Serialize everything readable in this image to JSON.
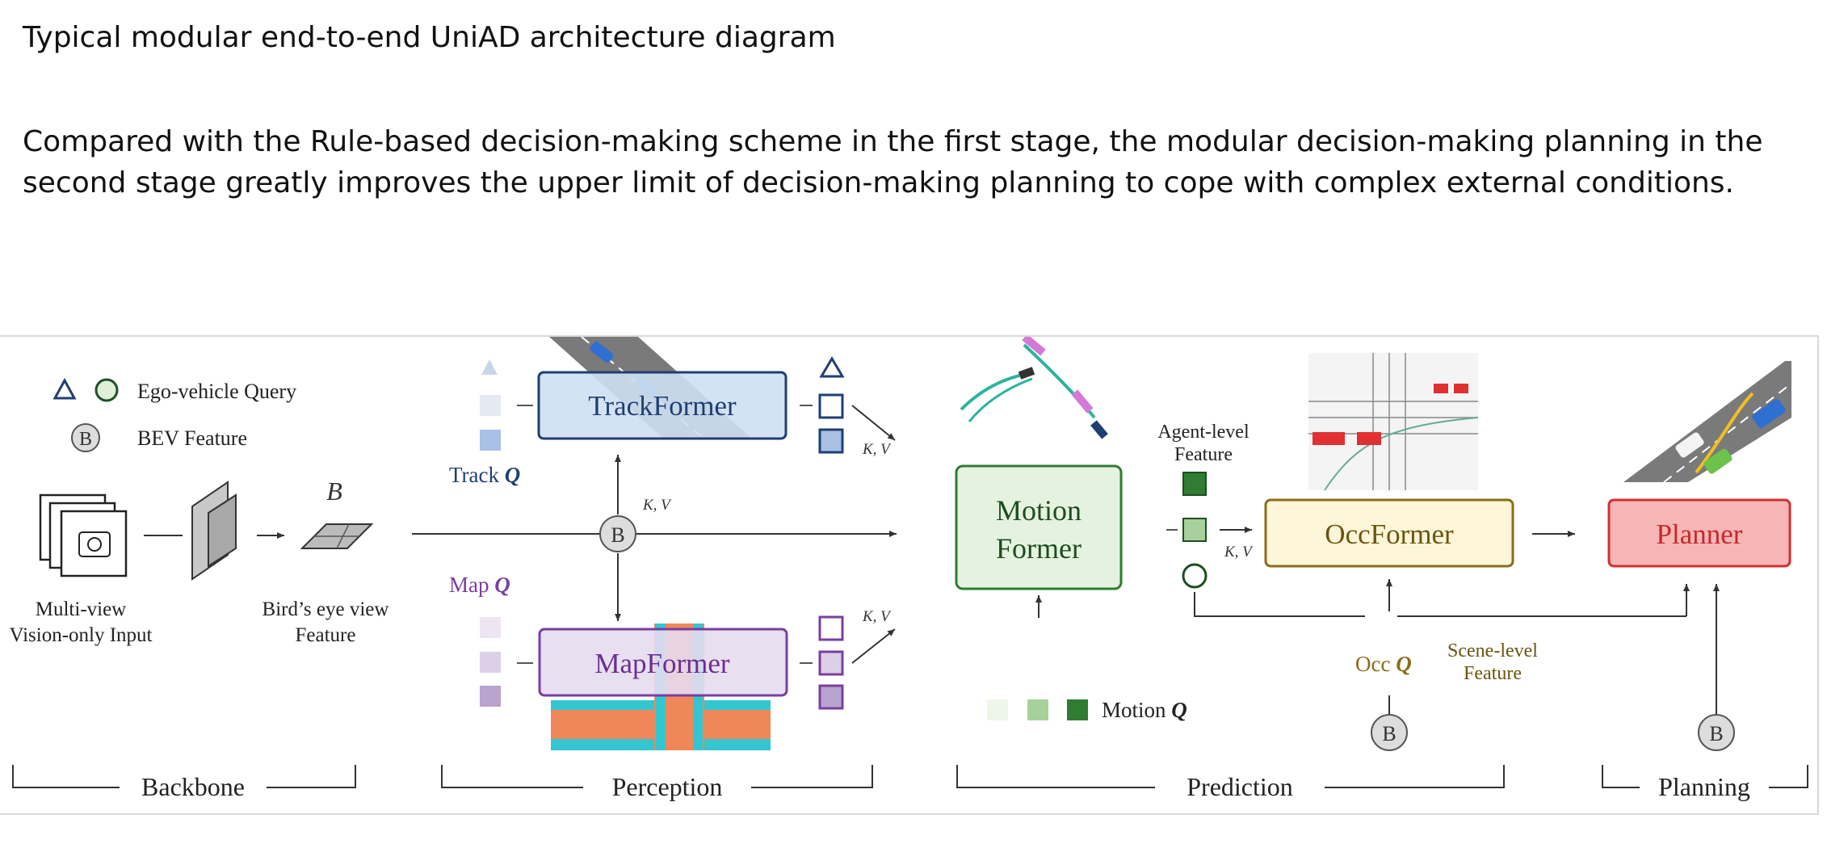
{
  "heading": "Typical modular end-to-end UniAD architecture diagram",
  "paragraph": {
    "line1": "Compared with the Rule-based decision-making scheme in the first stage, the modular decision-making planning in the",
    "line2": "second stage greatly improves the upper limit of decision-making planning to cope with complex external conditions."
  },
  "diagram": {
    "legend": {
      "ego_query": "Ego-vehicle Query",
      "bev_symbol": "B",
      "bev_feature": "BEV Feature"
    },
    "backbone": {
      "input_label_1": "Multi-view",
      "input_label_2": "Vision-only Input",
      "bev_letter": "B",
      "bev_label_1": "Bird’s eye view",
      "bev_label_2": "Feature"
    },
    "perception": {
      "trackformer": "TrackFormer",
      "mapformer": "MapFormer",
      "track_q": "Track",
      "map_q": "Map",
      "q_symbol": "Q",
      "kv": "K, V",
      "b_node": "B"
    },
    "prediction": {
      "motion_former_1": "Motion",
      "motion_former_2": "Former",
      "agent_level_1": "Agent-level",
      "agent_level_2": "Feature",
      "occformer": "OccFormer",
      "motion_q": "Motion",
      "occ_q": "Occ",
      "scene_level_1": "Scene-level",
      "scene_level_2": "Feature",
      "kv": "K, V",
      "b_node": "B"
    },
    "planning": {
      "planner": "Planner",
      "b_node": "B"
    },
    "stages": {
      "backbone": "Backbone",
      "perception": "Perception",
      "prediction": "Prediction",
      "planning": "Planning"
    },
    "colors": {
      "track": "#1f3f73",
      "map": "#7a3fa0",
      "motion": "#2e7d32",
      "occ": "#8a6d1a",
      "planner": "#d32f2f",
      "track_fill": "#cfe0f3",
      "map_fill": "#e6dcf0",
      "motion_fill": "#e6f2e0",
      "occ_fill": "#fdf6d8",
      "planner_fill": "#f7b6b6"
    }
  }
}
